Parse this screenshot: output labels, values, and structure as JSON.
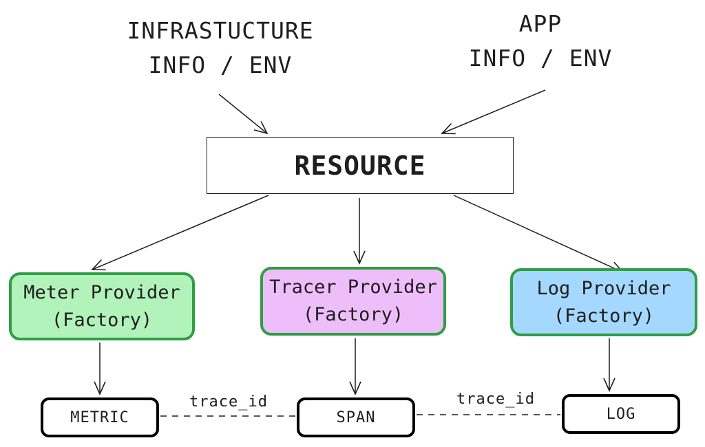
{
  "sources": {
    "infrastructure": {
      "line1": "INFRASTUCTURE",
      "line2": "INFO / ENV"
    },
    "app": {
      "line1": "APP",
      "line2": "INFO / ENV"
    }
  },
  "resource": {
    "label": "RESOURCE"
  },
  "providers": {
    "meter": {
      "line1": "Meter Provider",
      "line2": "(Factory)",
      "fill": "#b2f2bb"
    },
    "tracer": {
      "line1": "Tracer Provider",
      "line2": "(Factory)",
      "fill": "#eebefa"
    },
    "log": {
      "line1": "Log Provider",
      "line2": "(Factory)",
      "fill": "#a5d8ff"
    }
  },
  "signals": {
    "metric": {
      "label": "METRIC"
    },
    "span": {
      "label": "SPAN"
    },
    "log": {
      "label": "LOG"
    }
  },
  "links": {
    "metric_span": {
      "label": "trace_id"
    },
    "span_log": {
      "label": "trace_id"
    }
  },
  "colors": {
    "stroke": "#1e1e1e",
    "provider_border": "#2f9e44"
  }
}
